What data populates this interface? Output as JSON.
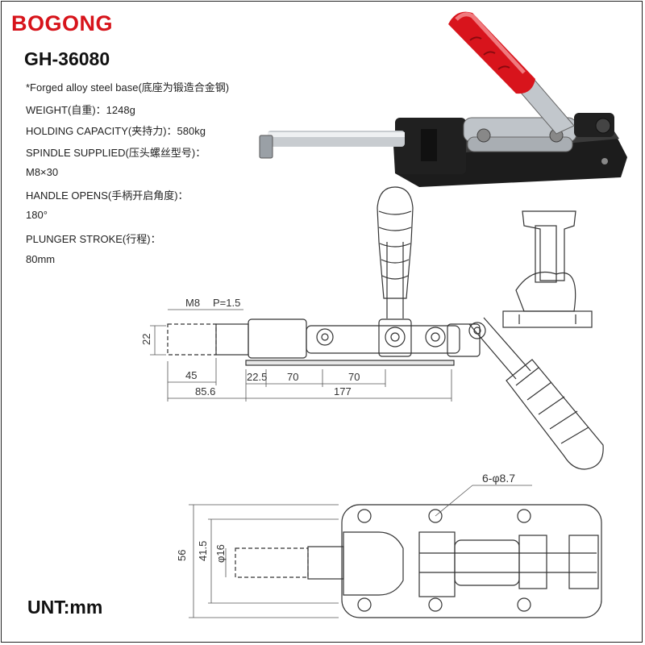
{
  "header": {
    "brand": "BOGONG",
    "model": "GH-36080"
  },
  "specs": [
    "*Forged alloy steel base(底座为锻造合金钢)",
    "WEIGHT(自重)：1248g",
    "HOLDING CAPACITY(夹持力)：580kg",
    "SPINDLE SUPPLIED(压头螺丝型号)：",
    "M8×30",
    "HANDLE OPENS(手柄开启角度)：",
    "180°",
    "PLUNGER STROKE(行程)：",
    "80mm"
  ],
  "dimensions": {
    "thread": "M8",
    "pitch": "P=1.5",
    "height": "22",
    "d45": "45",
    "d85": "85.6",
    "d22_5": "22.5",
    "d70a": "70",
    "d70b": "70",
    "d177": "177",
    "holes": "6-φ8.7",
    "w56": "56",
    "w41": "41.5",
    "dia16": "φ16"
  },
  "footer": {
    "unit": "UNT:mm"
  },
  "colors": {
    "brand": "#d7141b",
    "handle": "#d8141c",
    "base": "#1c1c1c",
    "steel": "#c8ccd0"
  }
}
